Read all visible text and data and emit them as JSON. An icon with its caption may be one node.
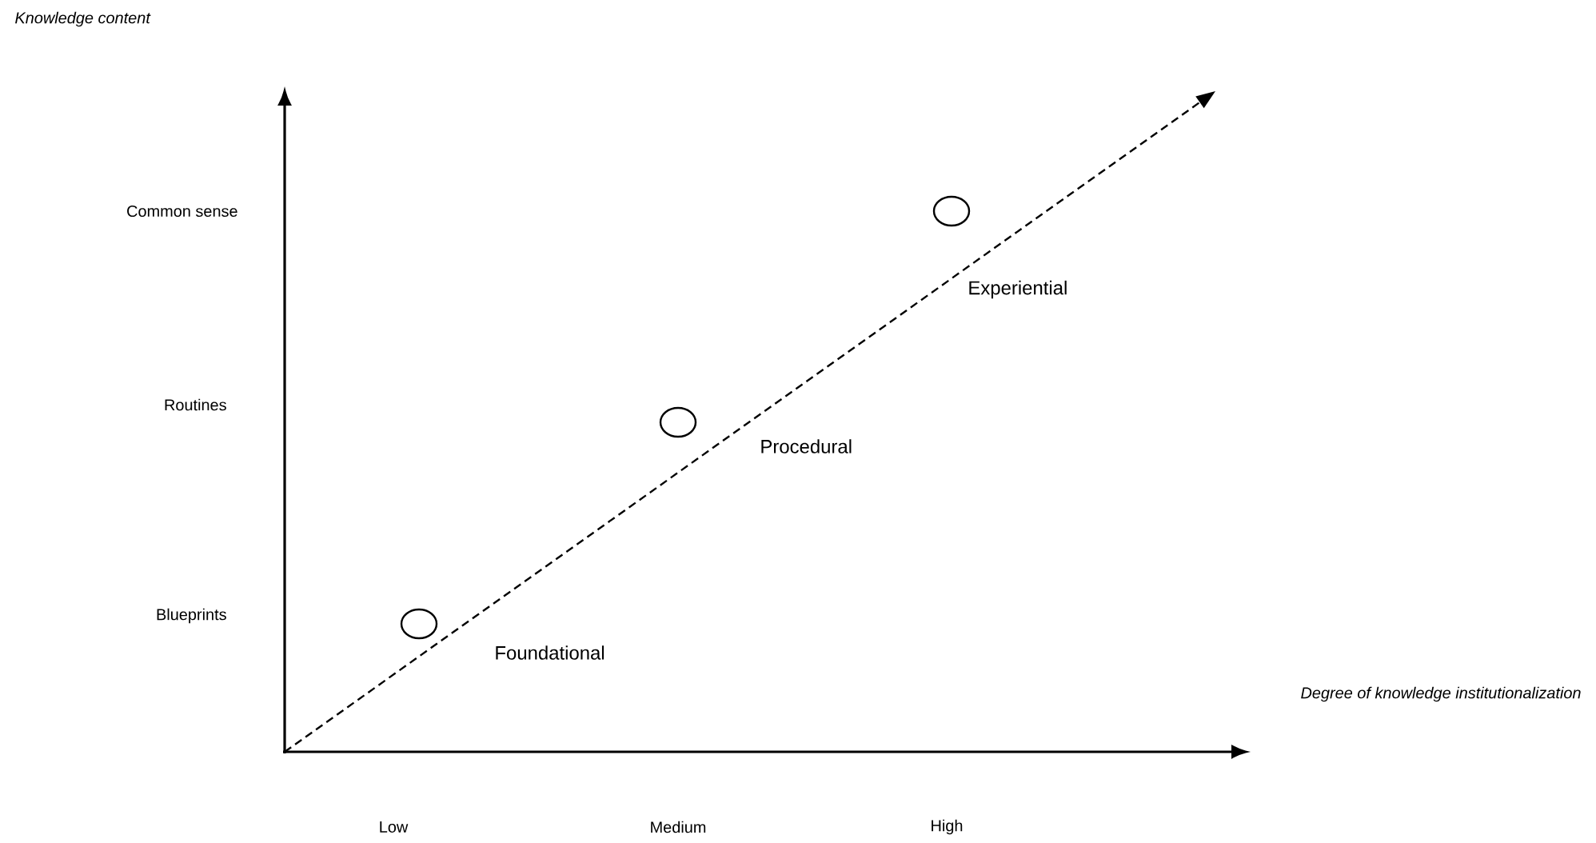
{
  "diagram": {
    "nodes": [
      {
        "text": [],
        "shape": "circle",
        "beside": [
          "Foundational"
        ]
      },
      {
        "text": [],
        "shape": "circle",
        "beside": [
          "Procedural"
        ]
      },
      {
        "text": [],
        "shape": "circle",
        "beside": [
          "Experiential"
        ]
      }
    ],
    "labels": [
      "Knowledge content",
      "Common sense",
      "Routines",
      "Blueprints",
      "Degree of knowledge institutionalization",
      "Low",
      "Medium",
      "High"
    ]
  }
}
